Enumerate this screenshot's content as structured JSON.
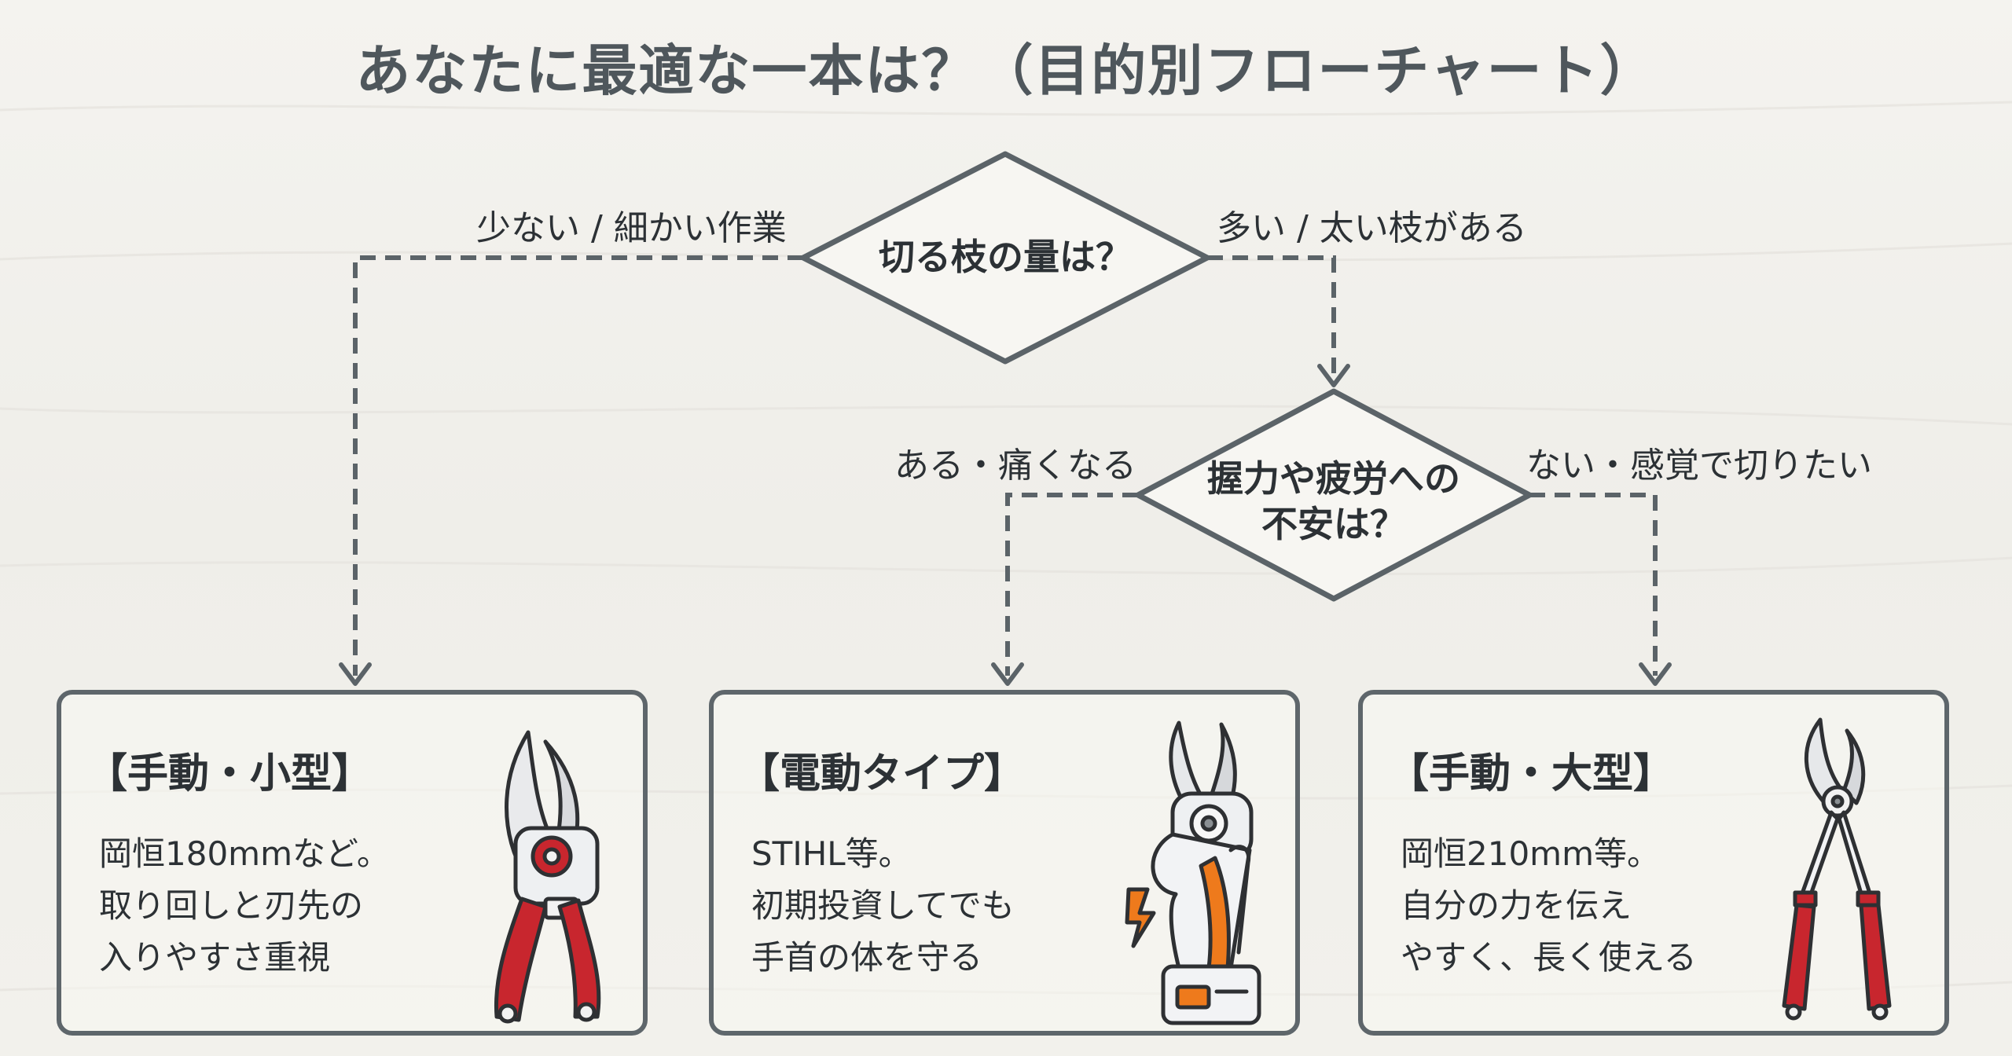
{
  "title": "あなたに最適な一本は？（目的別フローチャート）",
  "decisions": {
    "q1": "切る枝の量は？",
    "q2_line1": "握力や疲労への",
    "q2_line2": "不安は？"
  },
  "branches": {
    "q1_left": "少ない / 細かい作業",
    "q1_right": "多い / 太い枝がある",
    "q2_left": "ある・痛くなる",
    "q2_right": "ない・感覚で切りたい"
  },
  "cards": [
    {
      "title": "【手動・小型】",
      "lines": [
        "岡恒180mmなど。",
        "取り回しと刃先の",
        "入りやすさ重視"
      ],
      "icon": "bypass-pruner-icon"
    },
    {
      "title": "【電動タイプ】",
      "lines": [
        "STIHL等。",
        "初期投資してでも",
        "手首の体を守る"
      ],
      "icon": "electric-pruner-icon"
    },
    {
      "title": "【手動・大型】",
      "lines": [
        "岡恒210mm等。",
        "自分の力を伝え",
        "やすく、長く使える"
      ],
      "icon": "lopper-icon"
    }
  ],
  "colors": {
    "red": "#c8262e",
    "orange": "#ee7a1c",
    "line": "#5b6368",
    "text": "#2c3135"
  }
}
